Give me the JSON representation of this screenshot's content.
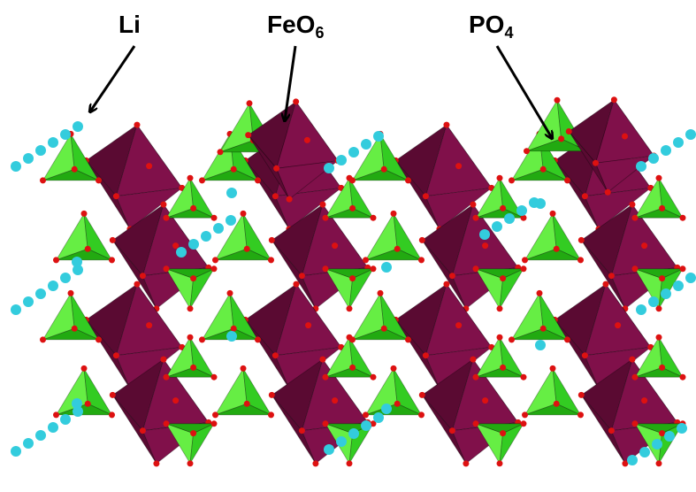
{
  "figure": {
    "labels": [
      {
        "id": "li",
        "text": "Li",
        "subscript": ""
      },
      {
        "id": "feo6",
        "text": "FeO",
        "subscript": "6"
      },
      {
        "id": "po4",
        "text": "PO",
        "subscript": "4"
      }
    ]
  },
  "colors": {
    "fe_octahedron_light": "#a0155a",
    "fe_octahedron_mid": "#80104a",
    "fe_octahedron_dark": "#5a0a32",
    "po4_light": "#66ee44",
    "po4_mid": "#33cc22",
    "po4_dark": "#22aa11",
    "oxygen": "#dd1111",
    "lithium": "#33ccdd",
    "arrow": "#000000"
  },
  "icons": [
    "fe-octahedron",
    "po4-tetrahedron",
    "li-atom",
    "oxygen-atom",
    "pointer-arrow"
  ]
}
